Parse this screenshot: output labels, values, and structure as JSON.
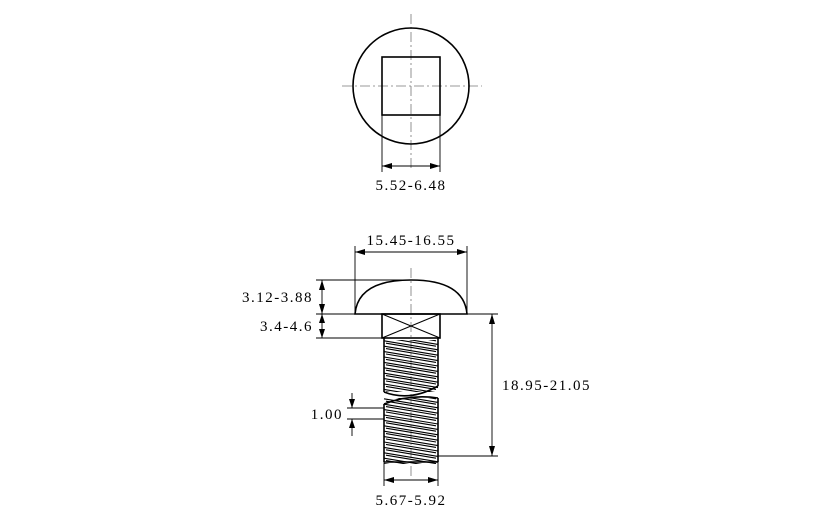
{
  "dimensions": {
    "square_width": "5.52-6.48",
    "head_diameter": "15.45-16.55",
    "head_height": "3.12-3.88",
    "neck_height": "3.4-4.6",
    "thread_pitch": "1.00",
    "body_length": "18.95-21.05",
    "thread_diameter": "5.67-5.92"
  }
}
